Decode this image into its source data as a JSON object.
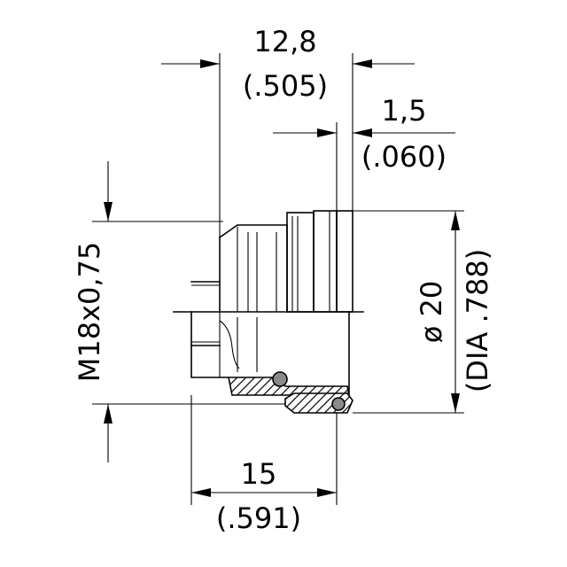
{
  "dimensions": {
    "length": {
      "metric": "12,8",
      "imperial": "(.505)"
    },
    "flange": {
      "metric": "1,5",
      "imperial": "(.060)"
    },
    "overall": {
      "metric": "15",
      "imperial": "(.591)"
    },
    "thread": {
      "label": "M18x0,75"
    },
    "diameter": {
      "metric": "ø 20",
      "imperial": "(DIA .788)"
    }
  }
}
